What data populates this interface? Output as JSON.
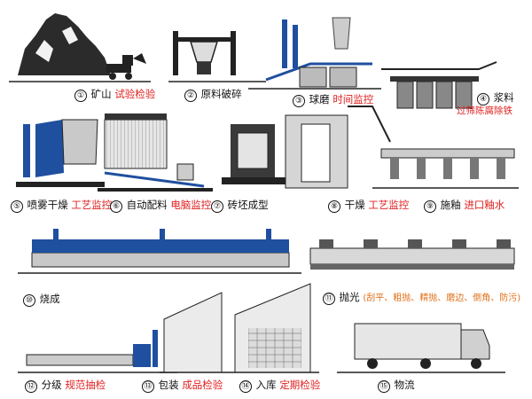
{
  "colors": {
    "accent_red": "#e02020",
    "accent_orange": "#e0701a",
    "equipment_blue": "#1f4f9f",
    "line_dark": "#222222"
  },
  "steps": [
    {
      "number": "①",
      "title": "矿山",
      "note": "试验检验"
    },
    {
      "number": "②",
      "title": "原料破碎",
      "note": ""
    },
    {
      "number": "③",
      "title": "球磨",
      "note": "时间监控"
    },
    {
      "number": "④",
      "title": "浆料",
      "note": "过筛陈腐除铁"
    },
    {
      "number": "⑤",
      "title": "喷雾干燥",
      "note": "工艺监控"
    },
    {
      "number": "⑥",
      "title": "自动配料",
      "note": "电脑监控"
    },
    {
      "number": "⑦",
      "title": "砖坯成型",
      "note": ""
    },
    {
      "number": "⑧",
      "title": "干燥",
      "note": "工艺监控"
    },
    {
      "number": "⑨",
      "title": "施釉",
      "note": "进口釉水"
    },
    {
      "number": "⑩",
      "title": "烧成",
      "note": ""
    },
    {
      "number": "⑪",
      "title": "抛光",
      "note": "(刮平、粗抛、精抛、磨边、倒角、防污)"
    },
    {
      "number": "⑫",
      "title": "分级",
      "note": "规范抽检"
    },
    {
      "number": "⑬",
      "title": "包装",
      "note": "成品检验"
    },
    {
      "number": "⑭",
      "title": "入库",
      "note": "定期检验"
    },
    {
      "number": "⑮",
      "title": "物流",
      "note": ""
    }
  ]
}
